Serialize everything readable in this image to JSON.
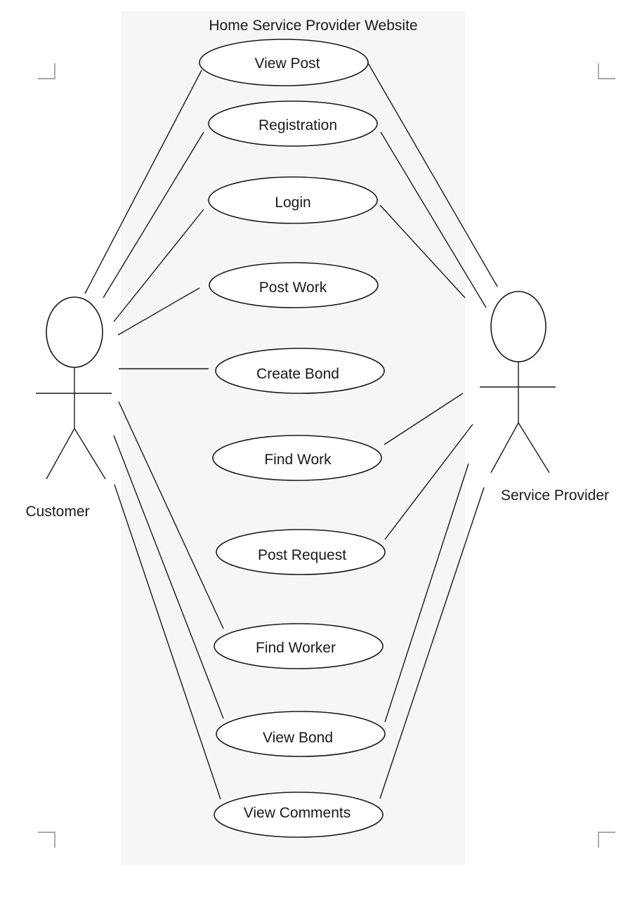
{
  "system": {
    "title": "Home Service Provider Website",
    "background": "#f6f6f6"
  },
  "actors": {
    "customer": {
      "label": "Customer"
    },
    "provider": {
      "label": "Service Provider"
    }
  },
  "use_cases": [
    {
      "id": "view-post",
      "label": "View Post",
      "links": [
        "customer",
        "provider"
      ]
    },
    {
      "id": "registration",
      "label": "Registration",
      "links": [
        "customer",
        "provider"
      ]
    },
    {
      "id": "login",
      "label": "Login",
      "links": [
        "customer",
        "provider"
      ]
    },
    {
      "id": "post-work",
      "label": "Post Work",
      "links": [
        "customer"
      ]
    },
    {
      "id": "create-bond",
      "label": "Create Bond",
      "links": [
        "customer"
      ]
    },
    {
      "id": "find-work",
      "label": "Find Work",
      "links": [
        "provider"
      ]
    },
    {
      "id": "post-request",
      "label": "Post Request",
      "links": [
        "provider"
      ]
    },
    {
      "id": "find-worker",
      "label": "Find Worker",
      "links": [
        "customer"
      ]
    },
    {
      "id": "view-bond",
      "label": "View Bond",
      "links": [
        "customer",
        "provider"
      ]
    },
    {
      "id": "view-comments",
      "label": "View Comments",
      "links": [
        "customer",
        "provider"
      ]
    }
  ]
}
